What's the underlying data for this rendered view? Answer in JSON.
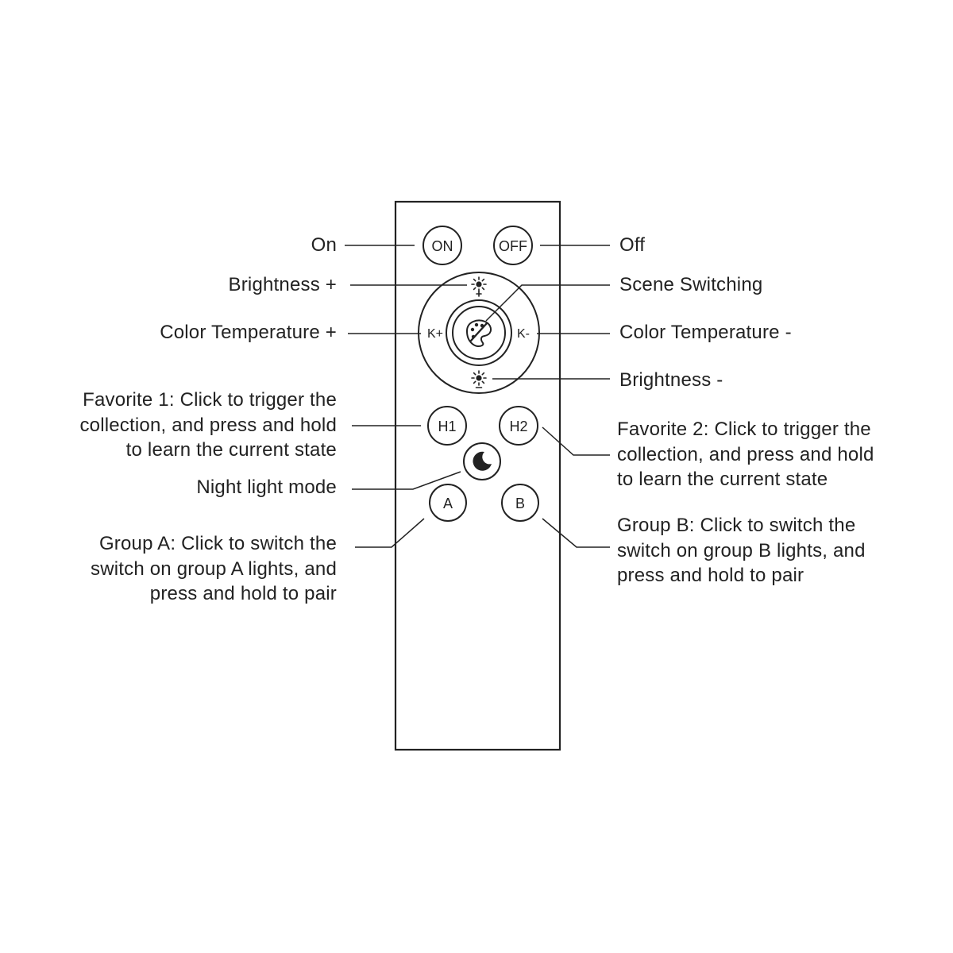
{
  "buttons": {
    "on": "ON",
    "off": "OFF",
    "color_temp_plus": "K+",
    "color_temp_minus": "K-",
    "h1": "H1",
    "h2": "H2",
    "group_a": "A",
    "group_b": "B"
  },
  "labels": {
    "on": "On",
    "off": "Off",
    "brightness_plus": "Brightness +",
    "scene_switching": "Scene Switching",
    "color_temp_plus": "Color Temperature +",
    "color_temp_minus": "Color Temperature -",
    "brightness_minus": "Brightness -",
    "favorite_1": "Favorite 1: Click to trigger the\ncollection, and press and hold\nto learn the current state",
    "favorite_2": "Favorite 2: Click to trigger the\ncollection, and press and hold\nto learn the current state",
    "night_light": "Night light mode",
    "group_a": "Group A: Click to switch the\nswitch on group A lights, and\npress and hold to pair",
    "group_b": "Group B: Click to switch the\nswitch on group B lights, and\npress and hold to pair"
  },
  "icons": {
    "brightness_up": "sun-plus-icon",
    "brightness_down": "sun-minus-icon",
    "scene": "palette-icon",
    "night": "moon-star-icon"
  }
}
